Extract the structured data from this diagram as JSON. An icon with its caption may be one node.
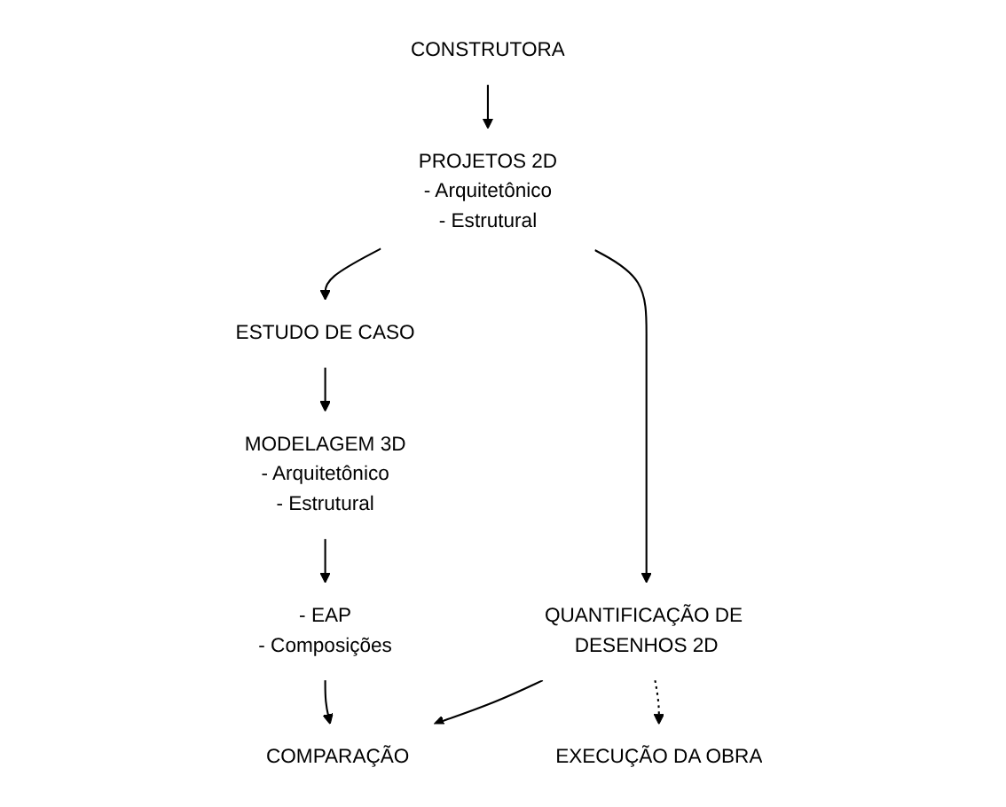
{
  "diagram": {
    "nodes": [
      {
        "text": [
          "CONSTRUTORA"
        ]
      },
      {
        "text": [
          "PROJETOS 2D",
          "- Arquitetônico",
          "- Estrutural"
        ]
      },
      {
        "text": [
          "ESTUDO DE CASO"
        ]
      },
      {
        "text": [
          "MODELAGEM 3D",
          "- Arquitetônico",
          "- Estrutural"
        ]
      },
      {
        "text": [
          "EXECUÇÃO DA OBRA"
        ]
      },
      {
        "text": [
          "QUANTIFICAÇÃO DE DESENHOS 2D"
        ]
      },
      {
        "text": [
          "COMPARAÇÃO"
        ]
      },
      {
        "text": [
          "- EAP",
          "- Composições"
        ]
      }
    ],
    "edges": [
      {
        "from": 0,
        "to": 1,
        "arrow": "to"
      },
      {
        "from": 1,
        "to": 5,
        "arrow": "to"
      },
      {
        "from": 1,
        "to": 2,
        "arrow": "to"
      },
      {
        "from": 2,
        "to": 3,
        "arrow": "to"
      },
      {
        "from": 3,
        "to": 7,
        "arrow": "to"
      },
      {
        "from": 7,
        "to": 6,
        "arrow": "to"
      },
      {
        "from": 5,
        "to": 6,
        "arrow": "to"
      },
      {
        "from": 5,
        "to": 4,
        "arrow": "to",
        "style": "dashed"
      }
    ]
  }
}
